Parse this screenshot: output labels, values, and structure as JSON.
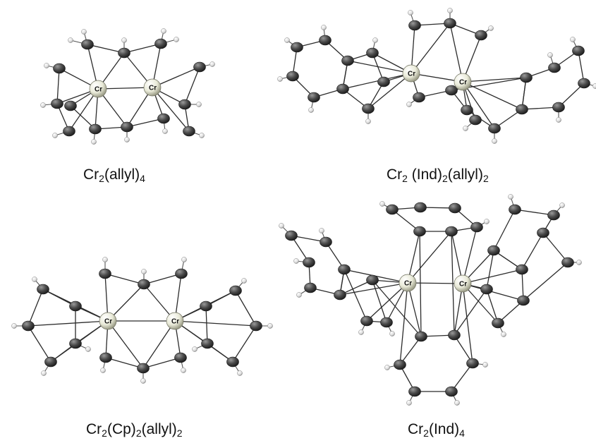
{
  "metal_label": "Cr",
  "colors": {
    "carbon": "#4a4a4a",
    "hydrogen": "#e8e8e8",
    "chromium": "#e9ead8",
    "bond": "#2b2b2b"
  },
  "panels": [
    {
      "caption": [
        {
          "t": "Cr"
        },
        {
          "t": "2",
          "sub": true
        },
        {
          "t": "(allyl)"
        },
        {
          "t": "4",
          "sub": true
        }
      ]
    },
    {
      "caption": [
        {
          "t": "Cr"
        },
        {
          "t": "2",
          "sub": true
        },
        {
          "t": " (Ind)"
        },
        {
          "t": "2",
          "sub": true
        },
        {
          "t": "(allyl)"
        },
        {
          "t": "2",
          "sub": true
        }
      ]
    },
    {
      "caption": [
        {
          "t": "Cr"
        },
        {
          "t": "2",
          "sub": true
        },
        {
          "t": "(Cp)"
        },
        {
          "t": "2",
          "sub": true
        },
        {
          "t": "(allyl)"
        },
        {
          "t": "2",
          "sub": true
        }
      ]
    },
    {
      "caption": [
        {
          "t": "Cr"
        },
        {
          "t": "2",
          "sub": true
        },
        {
          "t": "(Ind)"
        },
        {
          "t": "4",
          "sub": true
        }
      ]
    }
  ]
}
